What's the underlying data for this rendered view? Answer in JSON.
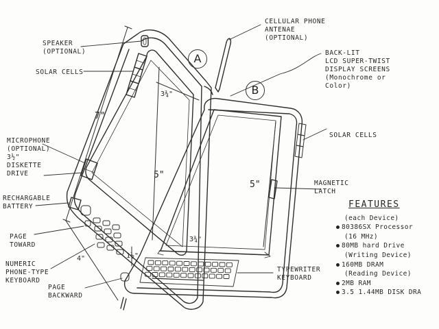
{
  "labels": {
    "speaker": [
      "SPEAKER",
      "(OPTIONAL)"
    ],
    "solar_left": [
      "SOLAR CELLS"
    ],
    "microphone": [
      "MICROPHONE",
      "(OPTIONAL)",
      "3½\"",
      "DISKETTE",
      "DRIVE"
    ],
    "battery": [
      "RECHARGABLE",
      "BATTERY"
    ],
    "page_toward": [
      "PAGE",
      "TOWARD"
    ],
    "numeric": [
      "NUMERIC",
      "PHONE-TYPE",
      "KEYBOARD"
    ],
    "page_backward": [
      "PAGE",
      "BACKWARD"
    ],
    "antenna": [
      "CELLULAR PHONE",
      "ANTENAE",
      "(OPTIONAL)"
    ],
    "backlit": [
      "BACK-LIT",
      "LCD SUPER-TWIST",
      "DISPLAY SCREENS",
      "(Monochrome or",
      "Color)"
    ],
    "solar_right": [
      "SOLAR CELLS"
    ],
    "magnetic": [
      "MAGNETIC",
      "LATCH"
    ],
    "typewriter": [
      "TYPEWRITER",
      "KEYBOARD"
    ]
  },
  "tags": {
    "a": "A",
    "b": "B"
  },
  "dimensions": {
    "height_left": "7\"",
    "width_top": "3¾\"",
    "screen_left": "5\"",
    "screen_right": "5\"",
    "width_bottom": "3¾\"",
    "depth_left": "4\"",
    "depth_small": "1½\""
  },
  "features": {
    "title": "FEATURES",
    "items": [
      "(each Device)",
      "80386SX Processor",
      "(16 MHz)",
      "80MB hard Drive",
      "(Writing Device)",
      "160MB DRAM",
      "(Reading Device)",
      "2MB RAM",
      "3.5 1.44MB DISK DRA"
    ],
    "bulleted": [
      1,
      3,
      5,
      7,
      8
    ]
  }
}
